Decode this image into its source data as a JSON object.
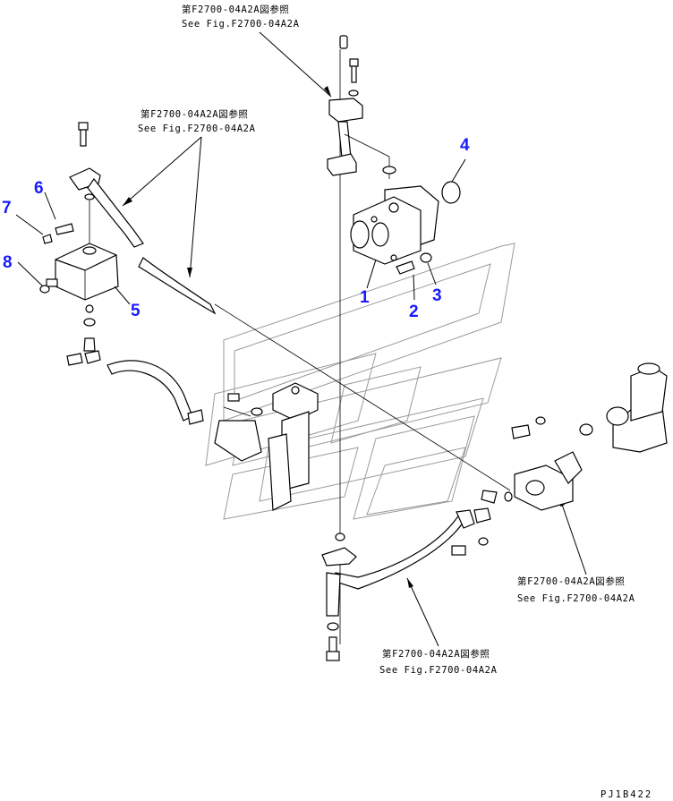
{
  "callouts": [
    {
      "jp": "第F2700-04A2A図参照",
      "en": "See Fig.F2700-04A2A"
    },
    {
      "jp": "第F2700-04A2A図参照",
      "en": "See Fig.F2700-04A2A"
    },
    {
      "jp": "第F2700-04A2A図参照",
      "en": "See Fig.F2700-04A2A"
    },
    {
      "jp": "第F2700-04A2A図参照",
      "en": "See Fig.F2700-04A2A"
    }
  ],
  "part_numbers": [
    "1",
    "2",
    "3",
    "4",
    "5",
    "6",
    "7",
    "8"
  ],
  "drawing_code": "PJ1B422",
  "colors": {
    "part_number": "#1a1aff",
    "line": "#000000",
    "watermark": "#9a9a9a"
  }
}
